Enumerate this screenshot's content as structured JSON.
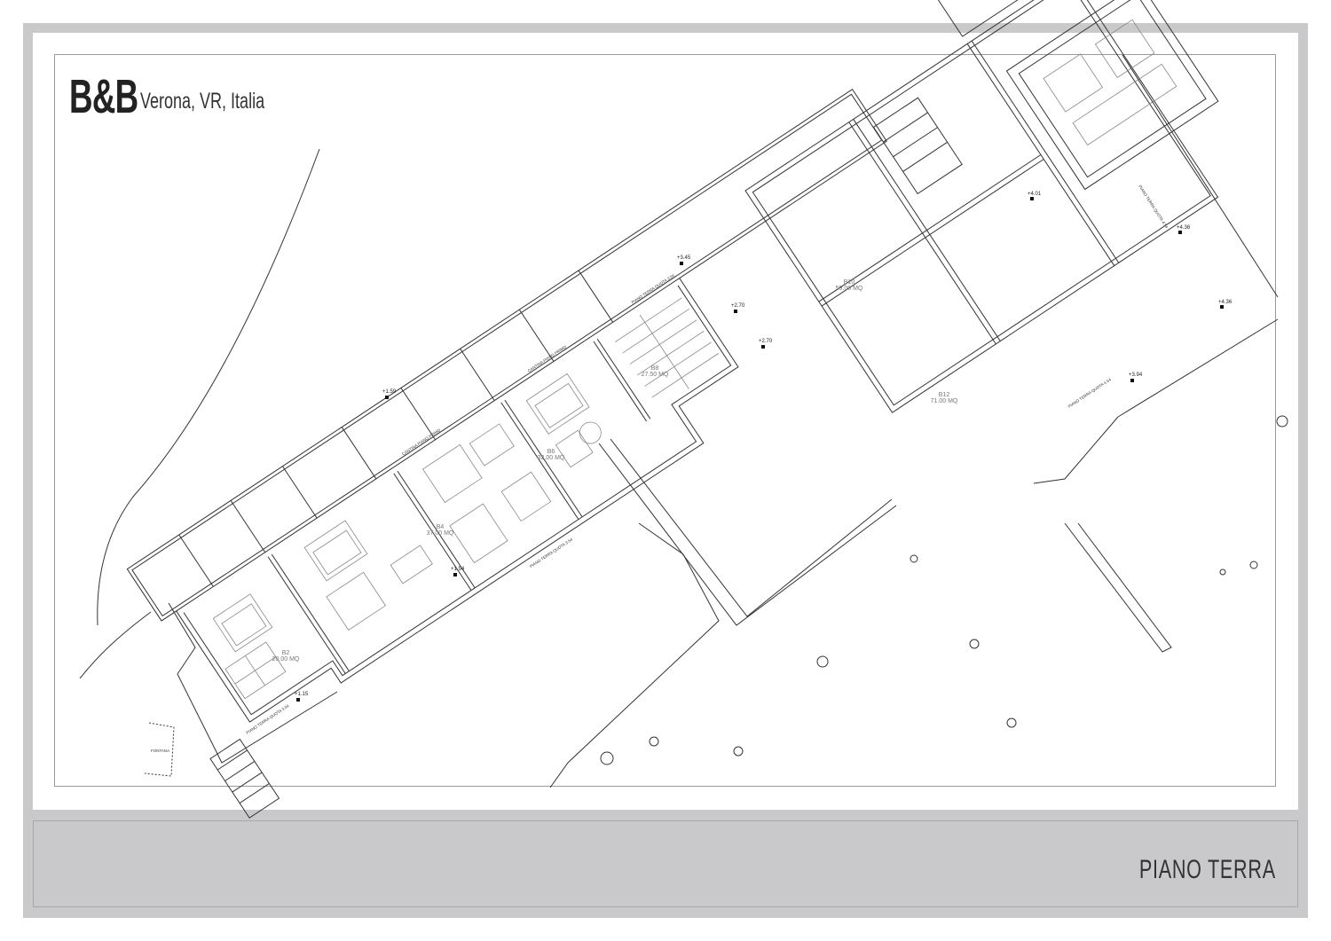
{
  "header": {
    "brand": "B&B",
    "location": "Verona, VR, Italia"
  },
  "footer": {
    "sheet_title": "PIANO TERRA"
  },
  "rooms": [
    {
      "id": "B2",
      "area": "20.00 MQ"
    },
    {
      "id": "B4",
      "area": "37.00 MQ"
    },
    {
      "id": "B6",
      "area": "32.00 MQ"
    },
    {
      "id": "B8",
      "area": "27.50 MQ"
    },
    {
      "id": "B10",
      "area": "59.00 MQ"
    },
    {
      "id": "B12",
      "area": "71.00 MQ"
    }
  ],
  "elevations": [
    "+1.15",
    "+1.54",
    "+1.59",
    "+3.45",
    "+2.70",
    "+2.70",
    "+4.01",
    "+4.36",
    "+4.36",
    "+3.94"
  ],
  "notes": {
    "piano_terra_1": "PIANO TERRA QUOTA 3.54",
    "piano_terra_2": "PIANO TERRA QUOTA 3.54",
    "piano_terra_3": "PIANO TERRA QUOTA 3.54",
    "piano_terra_4": "PIANO TERRA QUOTA 4.54",
    "piano_terra_5": "PIANO TERRA QUOTA 4.54",
    "cantina_1": "CANTINA PIANO PRIMO",
    "cantina_2": "CANTINA PIANO PRIMO",
    "fontana": "FONTANA"
  }
}
